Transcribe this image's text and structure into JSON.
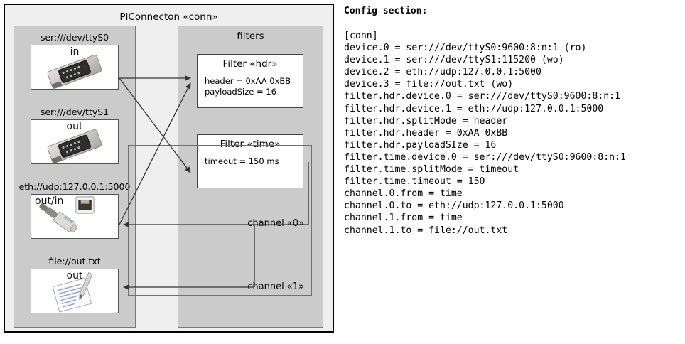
{
  "diagram": {
    "title": "PIConnecton «conn»",
    "groups": {
      "devices_title": "",
      "filters_title": "filters"
    },
    "devices": [
      {
        "label": "ser:///dev/ttyS0",
        "direction": "in",
        "icon": "serial-port-icon"
      },
      {
        "label": "ser:///dev/ttyS1",
        "direction": "out",
        "icon": "serial-port-icon"
      },
      {
        "label": "eth://udp:127.0.0.1:5000",
        "direction": "out/in",
        "icon": "ethernet-plug-icon"
      },
      {
        "label": "file://out.txt",
        "direction": "out",
        "icon": "text-file-icon"
      }
    ],
    "filters": [
      {
        "title": "Filter «hdr»",
        "props": [
          "header = 0xAA 0xBB",
          "payloadSize = 16"
        ]
      },
      {
        "title": "Filter «time»",
        "props": [
          "timeout = 150 ms"
        ]
      }
    ],
    "channels": [
      {
        "label": "channel «0»"
      },
      {
        "label": "channel «1»"
      }
    ],
    "colors": {
      "canvas": "#ffffff",
      "outer_fill": "#efefef",
      "group_fill": "#cbcbcb",
      "box_fill": "#ffffff",
      "outer_border": "#000000",
      "group_border": "#777777",
      "edge": "#333333"
    }
  },
  "config": {
    "heading": "Config section:",
    "lines": [
      "[conn]",
      "device.0 = ser:///dev/ttyS0:9600:8:n:1 (ro)",
      "device.1 = ser:///dev/ttyS1:115200 (wo)",
      "device.2 = eth://udp:127.0.0.1:5000",
      "device.3 = file://out.txt (wo)",
      "filter.hdr.device.0 = ser:///dev/ttyS0:9600:8:n:1",
      "filter.hdr.device.1 = eth://udp:127.0.0.1:5000",
      "filter.hdr.splitMode = header",
      "filter.hdr.header = 0xAA 0xBB",
      "filter.hdr.payloadSIze = 16",
      "filter.time.device.0 = ser:///dev/ttyS0:9600:8:n:1",
      "filter.time.splitMode = timeout",
      "filter.time.timeout = 150",
      "channel.0.from = time",
      "channel.0.to = eth://udp:127.0.0.1:5000",
      "channel.1.from = time",
      "channel.1.to = file://out.txt"
    ]
  }
}
